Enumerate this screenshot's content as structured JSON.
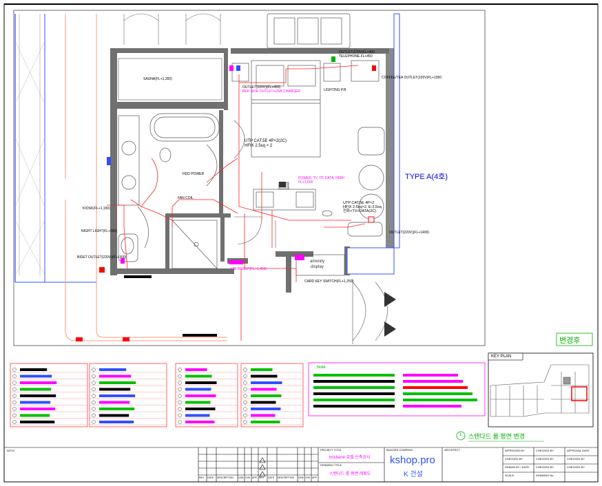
{
  "drawing": {
    "type_label": "TYPE A(4호)",
    "revision_mark": "변경후",
    "amenity_display": "amenity\ndisplay",
    "key_plan_title": "KEY PLAN",
    "note_title": "Note",
    "revision_note_number": "1",
    "revision_note": "스탠다드 룸 평면 변경"
  },
  "annotations": {
    "outlet_telephone": "OUTLET(220V)FL+450\nTELEPHONE FL+450",
    "coffee_outlet": "COFFEE/TEA OUTLET(220V)FL+1050",
    "outlet_mini": "OUTLET(220V)(FL+450)",
    "bedside_usb": "BED SIDE OUTLET+USB CHARGER",
    "utp_left": "UTP CAT.5E 4P×2(2C)\nHFIX 2.5sq × 2",
    "hdd_power": "HDD POWER",
    "power_tv": "POWER, TV, TP, DATA, HDMI\nFL+1,600",
    "utp_right": "UTP CAT.5E 4P×2\nHFIX 2.5sq×2, E-2.5sq\n전화+TV+DATA(2C)",
    "outlet_1400": "OUTLET(220V)(FL+1400)",
    "kiosk": "KIOSK(FL+1,150)",
    "card_key": "CARD KEY SWITCH(FL+1,250)",
    "uni_bss": "UNI BSS/LP(FL+1,450)",
    "night_light": "NIGHT LIGHT(FL+300)",
    "bidet_outlet": "BIDET OUTLET(220V)(FL+300)",
    "sauna": "SAUNA(FL+1,350)",
    "fan_coil": "FAN COIL",
    "lighting_pb": "LIGHTING P.B"
  },
  "title_block": {
    "note_label": "NOTE",
    "project_title_label": "PROJECT TITLE",
    "project_title": "brisbane 호텔 신축공사",
    "drawing_title_label": "DRAWING TITLE",
    "drawing_title": "스탠다드 룸 평면 계획도",
    "builder_label": "BUILDER COMPANY",
    "company_name": "kshop.pro",
    "company_sub": "K 건설",
    "architect_label": "ARCHITECT",
    "approved_by": "APPROVED BY",
    "checked_by_1": "CHECKED BY",
    "checked_by_2": "CHECKED BY",
    "checked_by_3": "CHECKED BY",
    "checked_by_4": "CHECKED BY",
    "approval_date": "APPROVAL DATE",
    "drawn_by": "DRAWN BY / DATE",
    "checked_by_5": "CHECKED BY",
    "checked_by_6": "CHECKED BY",
    "scale_label": "SCALE",
    "drawing_no_label": "DRAWING No.",
    "rev_cols": [
      "REV",
      "DATE",
      "DESCRIPTION",
      "DSN",
      "CHK",
      "APP",
      "REV",
      "DATE",
      "DESCRIPTION",
      "DSN",
      "CHK",
      "APP"
    ]
  },
  "colors": {
    "wall": "#707070",
    "power_line": "#ff0000",
    "magenta": "#ff00ff",
    "blue": "#0000ff",
    "green": "#00c000",
    "legend_red": "#ff4040",
    "revision_green": "#00b000"
  }
}
